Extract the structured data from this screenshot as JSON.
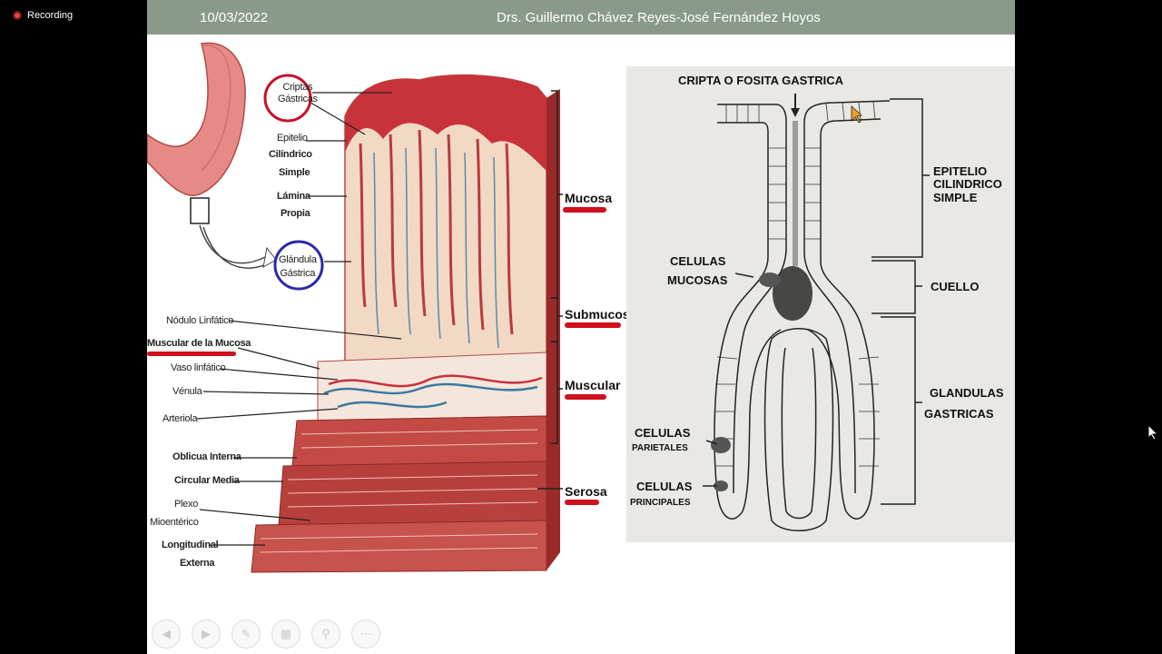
{
  "recording": {
    "label": "Recording"
  },
  "header": {
    "date": "10/03/2022",
    "authors": "Drs. Guillermo Chávez Reyes-José Fernández Hoyos"
  },
  "left_figure": {
    "labels": {
      "criptas": [
        "Criptas",
        "Gástricas"
      ],
      "epitelio": [
        "Epitelio",
        "Cilíndrico",
        "Simple"
      ],
      "lamina": [
        "Lámina",
        "Propia"
      ],
      "glandula": [
        "Glándula",
        "Gástrica"
      ],
      "nodulo": "Nódulo Linfático",
      "muscular_mucosa": "Muscular de la Mucosa",
      "vaso": "Vaso linfático",
      "venula": "Vénula",
      "arteriola": "Arteriola",
      "oblicua": "Oblicua Interna",
      "circular": "Circular Media",
      "plexo": [
        "Plexo",
        "Mioentérico"
      ],
      "longitudinal": [
        "Longitudinal",
        "Externa"
      ]
    },
    "layers": {
      "mucosa": "Mucosa",
      "submucosa": "Submucosa",
      "muscular": "Muscular",
      "serosa": "Serosa"
    }
  },
  "right_figure": {
    "cripta": "CRIPTA  O  FOSITA GASTRICA",
    "epitelio": [
      "EPITELIO",
      "CILINDRICO",
      "SIMPLE"
    ],
    "mucosas": [
      "CELULAS",
      "MUCOSAS"
    ],
    "cuello": "CUELLO",
    "glandulas": [
      "GLANDULAS",
      "GASTRICAS"
    ],
    "parietales": [
      "CELULAS",
      "PARIETALES"
    ],
    "principales": [
      "CELULAS",
      "PRINCIPALES"
    ]
  },
  "colors": {
    "header_bg": "#8a9a8a",
    "accent_red": "#d0101c",
    "accent_blue": "#2a2aa8"
  }
}
